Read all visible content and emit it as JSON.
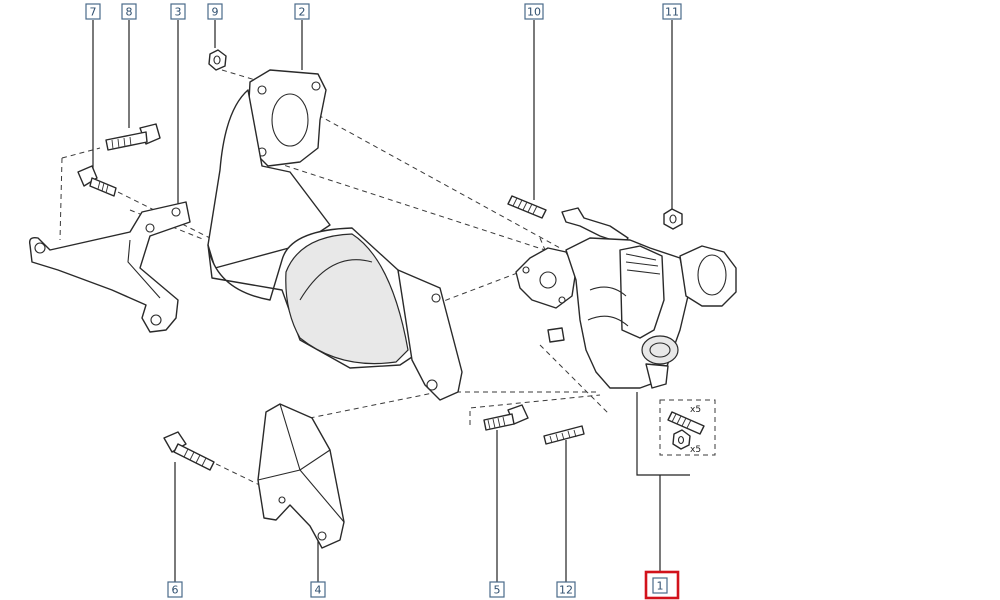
{
  "callouts": [
    {
      "id": "7",
      "label": "7"
    },
    {
      "id": "8",
      "label": "8"
    },
    {
      "id": "3",
      "label": "3"
    },
    {
      "id": "9",
      "label": "9"
    },
    {
      "id": "2",
      "label": "2"
    },
    {
      "id": "10",
      "label": "10"
    },
    {
      "id": "11",
      "label": "11"
    },
    {
      "id": "6",
      "label": "6"
    },
    {
      "id": "4",
      "label": "4"
    },
    {
      "id": "5",
      "label": "5"
    },
    {
      "id": "12",
      "label": "12"
    },
    {
      "id": "1",
      "label": "1",
      "selected": true
    }
  ],
  "kit": {
    "stud_qty": "x5",
    "nut_qty": "x5"
  },
  "colors": {
    "selected_outline": "#d2121b",
    "callout_outline": "#4a6a8a",
    "callout_text": "#2f4f6f"
  }
}
